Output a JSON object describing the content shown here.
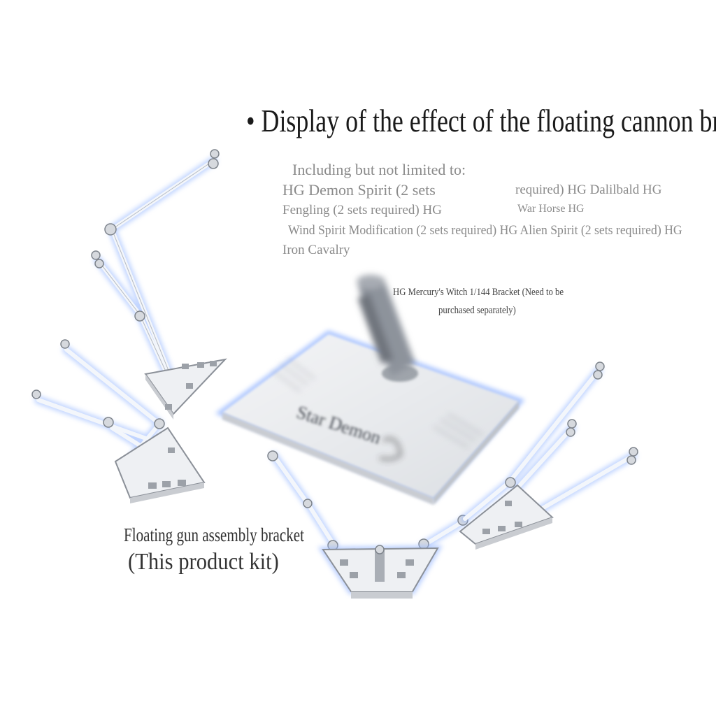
{
  "title": "• Display of the effect of the floating cannon bracket",
  "compat": {
    "line1": "Including but not limited to:",
    "line2a": "HG Demon Spirit (2 sets",
    "line2b": "required) HG Dalilbald HG",
    "line3a": "Fengling (2 sets required) HG",
    "line3b": "War Horse HG",
    "line4": "Wind Spirit Modification (2 sets required) HG Alien Spirit (2 sets required) HG",
    "line5": "Iron Cavalry"
  },
  "witch_note": {
    "line1": "HG Mercury's Witch 1/144 Bracket (Need to be",
    "line2": "purchased separately)"
  },
  "base_print": {
    "name": "Star Demon"
  },
  "caption": {
    "line1": "Floating gun assembly bracket",
    "line2": "(This product kit)"
  },
  "colors": {
    "background": "#ffffff",
    "title": "#1a1a1a",
    "compat_text": "#8a8a8a",
    "rod_glow": "#8fb2ff",
    "rod_core": "#f2f5fb",
    "joint_gray": "#9aa0a8",
    "base_gray": "#b8bcc2"
  }
}
